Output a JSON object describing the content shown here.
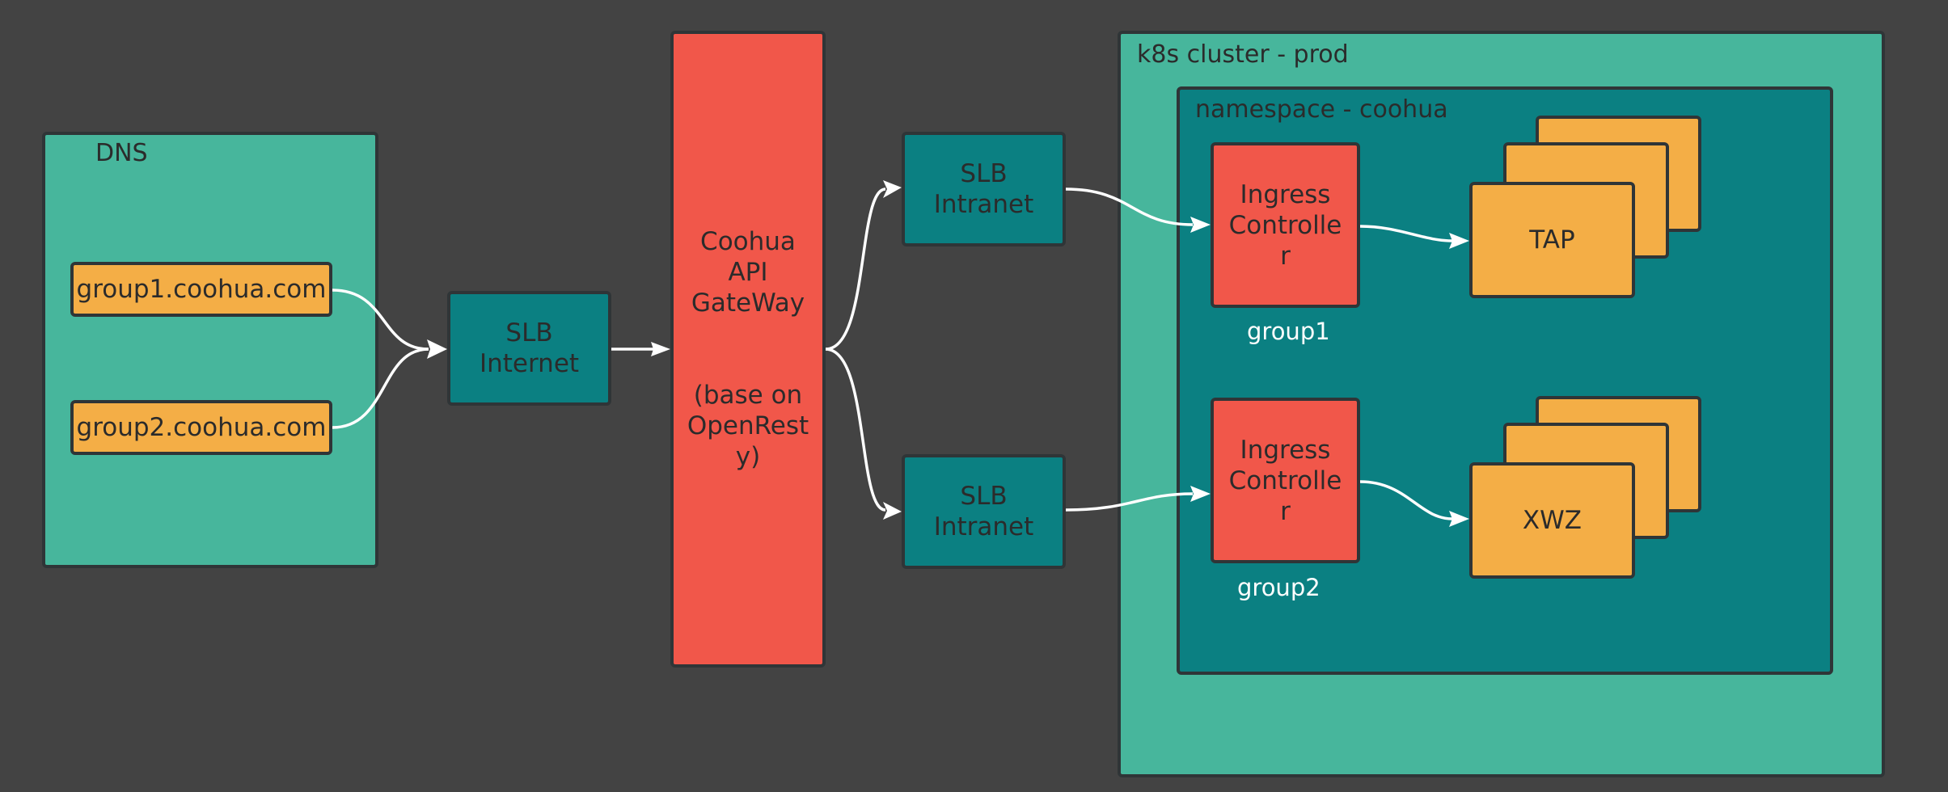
{
  "dns": {
    "title": "DNS",
    "domains": [
      "group1.coohua.com",
      "group2.coohua.com"
    ]
  },
  "slb_internet": {
    "label": "SLB\nInternet"
  },
  "gateway": {
    "label": "Coohua\nAPI\nGateWay\n\n\n(base on\nOpenRest\ny)"
  },
  "slb_intranet": {
    "label": "SLB\nIntranet"
  },
  "cluster": {
    "title": "k8s cluster - prod",
    "namespace": "namespace - coohua",
    "ingress_label": "Ingress\nControlle\nr",
    "groups": [
      {
        "name": "group1",
        "service": "TAP"
      },
      {
        "name": "group2",
        "service": "XWZ"
      }
    ]
  },
  "colors": {
    "background": "#434343",
    "green": "#47b69c",
    "teal": "#0b8082",
    "red": "#f1574a",
    "orange": "#f4ae46",
    "connector": "#ffffff"
  }
}
